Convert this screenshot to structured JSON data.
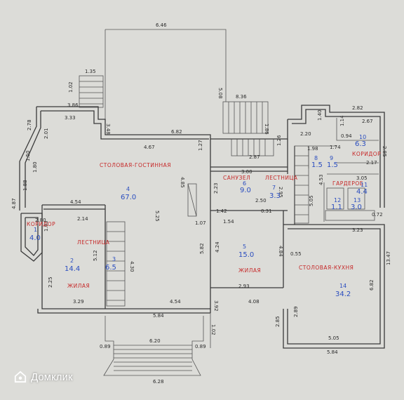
{
  "colors": {
    "background": "#dcdcd8",
    "room_label": "#c62828",
    "room_number": "#2a4dbf",
    "walls": "#3a3a3a"
  },
  "watermark": {
    "text": "Домклик",
    "icon": "domclick-house-icon"
  },
  "dimensions": {
    "top_terrace": "6.46",
    "terrace_side": "5.08",
    "stair_a": "1.35",
    "stair_b": "1.02",
    "stair_c": "3.86",
    "stair_d": "8.36",
    "d_3_33": "3.33",
    "d_3_48": "3.48",
    "d_6_82": "6.82",
    "d_1_86": "1.86",
    "d_2_78": "2.78",
    "d_2_01": "2.01",
    "d_4_67": "4.67",
    "d_1_27": "1.27",
    "d_1_50": "1.50",
    "d_1_80_left": "1.80",
    "d_1_88": "1.88",
    "d_4_87": "4.87",
    "d_4_54": "4.54",
    "d_4_85": "4.85",
    "d_5_25": "5.25",
    "d_2_87": "2.87",
    "d_3_00": "3.00",
    "d_2_23": "2.23",
    "d_2_95": "2.95",
    "d_2_50": "2.50",
    "d_1_42": "1.42",
    "d_0_31": "0.31",
    "d_1_54": "1.54",
    "d_1_07": "1.07",
    "d_2_80": "2.80",
    "d_2_14": "2.14",
    "d_1_93": "1.93",
    "d_5_12": "5.12",
    "d_4_30": "4.30",
    "d_5_82": "5.82",
    "d_4_24": "4.24",
    "d_4_84": "4.84",
    "d_2_25": "2.25",
    "d_3_29": "3.29",
    "d_4_54b": "4.54",
    "d_2_93": "2.93",
    "d_3_92": "3.92",
    "d_4_08": "4.08",
    "d_5_84a": "5.84",
    "d_1_02b": "1.02",
    "d_0_89a": "0.89",
    "d_6_20": "6.20",
    "d_0_89b": "0.89",
    "d_6_28": "6.28",
    "d_2_82": "2.82",
    "d_2_67": "2.67",
    "d_1_14": "1.14",
    "d_0_94": "0.94",
    "d_2_20": "2.20",
    "d_1_40": "1.40",
    "d_1_26": "1.26",
    "d_2_17": "2.17",
    "d_2_85": "2.85",
    "d_1_98": "1.98",
    "d_1_74": "1.74",
    "d_3_05": "3.05",
    "d_4_53": "4.53",
    "d_5_05": "5.05",
    "d_0_72": "0.72",
    "d_3_23": "3.23",
    "d_13_47": "13.47",
    "d_0_55": "0.55",
    "d_2_89": "2.89",
    "d_6_82b": "6.82",
    "d_2_85b": "2.85",
    "d_5_05b": "5.05",
    "d_5_84b": "5.84"
  },
  "rooms": [
    {
      "name": "СТОЛОВАЯ-ГОСТИННАЯ",
      "number": "4",
      "area": "67.0"
    },
    {
      "name": "ЛЕСТНИЦА",
      "number": "3",
      "area": "6.5"
    },
    {
      "name": "ЖИЛАЯ",
      "number": "2",
      "area": "14.4"
    },
    {
      "name": "КОРИДОР",
      "number": "1",
      "area": "4.0"
    },
    {
      "name": "САНУЗЕЛ",
      "number": "6",
      "area": "9.0"
    },
    {
      "name": "ЖИЛАЯ",
      "number": "5",
      "area": "15.0"
    },
    {
      "name": "ЛЕСТНИЦА",
      "number": "7",
      "area": "3.3"
    },
    {
      "name": "СТОЛОВАЯ-КУХНЯ",
      "number": "14",
      "area": "34.2"
    },
    {
      "name": "КОРИДОР",
      "number": "10",
      "area": "6.3"
    },
    {
      "name": "ГАРДЕРОБ",
      "number": "11",
      "area": "4.4"
    },
    {
      "name": "",
      "number": "8",
      "area": "1.5"
    },
    {
      "name": "",
      "number": "9",
      "area": "1.5"
    },
    {
      "name": "",
      "number": "12",
      "area": "1.1"
    },
    {
      "name": "",
      "number": "13",
      "area": "3.0"
    }
  ]
}
